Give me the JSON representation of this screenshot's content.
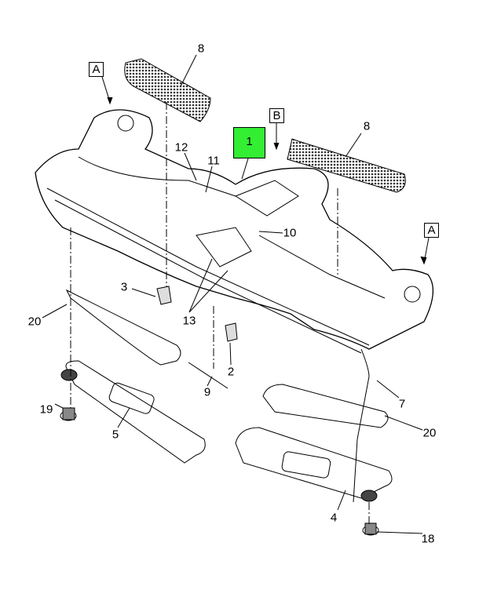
{
  "diagram": {
    "highlight_color": "#33ee33",
    "view_labels": {
      "a_left": "A",
      "a_right": "A",
      "b": "B"
    },
    "callouts": {
      "c1": "1",
      "c2": "2",
      "c3": "3",
      "c4": "4",
      "c5": "5",
      "c7": "7",
      "c8_left": "8",
      "c8_right": "8",
      "c9": "9",
      "c10": "10",
      "c11": "11",
      "c12": "12",
      "c13": "13",
      "c18": "18",
      "c19": "19",
      "c20_left": "20",
      "c20_right": "20"
    }
  }
}
